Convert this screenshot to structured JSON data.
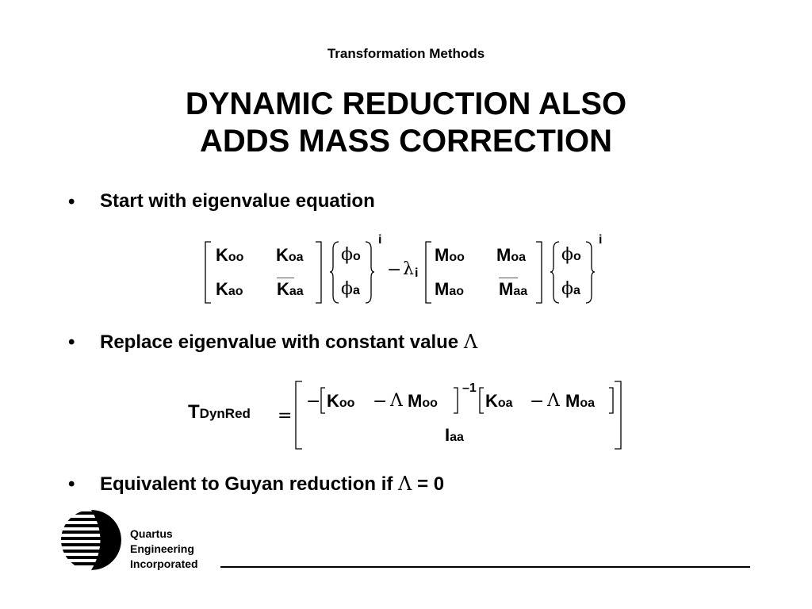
{
  "slide": {
    "header": "Transformation Methods",
    "title_line1": "DYNAMIC REDUCTION ALSO",
    "title_line2": "ADDS MASS CORRECTION"
  },
  "bullets": [
    {
      "marker": "•",
      "text": "Start with eigenvalue equation"
    },
    {
      "marker": "•",
      "text": "Replace eigenvalue with constant value",
      "symbol": "Λ"
    },
    {
      "marker": "•",
      "text": "Equivalent to Guyan reduction if",
      "symbol": "Λ",
      "suffix": "= 0"
    }
  ],
  "eq1": {
    "K": "K",
    "M": "M",
    "phi": "ϕ",
    "lambda": "λ",
    "minus": "−",
    "oo": "oo",
    "oa": "oa",
    "ao": "ao",
    "aa": "aa",
    "o": "o",
    "a": "a",
    "i": "i"
  },
  "eq2": {
    "T": "T",
    "T_sub": "DynRed",
    "equals": "=",
    "minus": "−",
    "K": "K",
    "M": "M",
    "Lambda": "Λ",
    "oo": "oo",
    "oa": "oa",
    "exp": "–1",
    "I": "I",
    "aa": "aa"
  },
  "company": {
    "line1": "Quartus",
    "line2": "Engineering",
    "line3": "Incorporated"
  }
}
